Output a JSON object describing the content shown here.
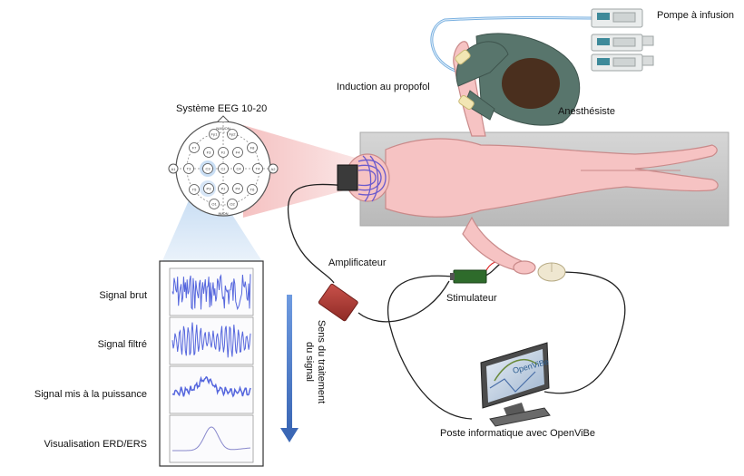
{
  "labels": {
    "pump": "Pompe à infusion",
    "propofol": "Induction au propofol",
    "anesthetist": "Anesthésiste",
    "eeg_system": "Système EEG 10-20",
    "amplifier": "Amplificateur",
    "stimulator": "Stimulateur",
    "computer": "Poste informatique avec OpenViBe",
    "direction_line1": "Sens du traitement",
    "direction_line2": "du signal"
  },
  "signals": [
    "Signal brut",
    "Signal filtré",
    "Signal mis à la puissance",
    "Visualisation ERD/ERS"
  ],
  "electrodes": {
    "nasion": "NASION",
    "inion": "INION",
    "left_ear": "A1",
    "right_ear": "A2",
    "sites": [
      "Fp1",
      "Fp2",
      "F7",
      "F3",
      "Fz",
      "F4",
      "F8",
      "T3",
      "C3",
      "Cz",
      "C4",
      "T4",
      "T5",
      "P3",
      "Pz",
      "P4",
      "T6",
      "O1",
      "O2"
    ]
  },
  "screen_logo": "OpenViBe",
  "colors": {
    "skin": "#f6c3c3",
    "skin_stroke": "#c98a8a",
    "table": "#c8c8c8",
    "signal": "#5566dd",
    "arrow": "#4f7fcf",
    "amplifier": "#b23a34",
    "stimulator": "#2e6b2b",
    "scrubs": "#58756c",
    "hair": "#4a2f1e",
    "tube": "#7ab0e0"
  }
}
